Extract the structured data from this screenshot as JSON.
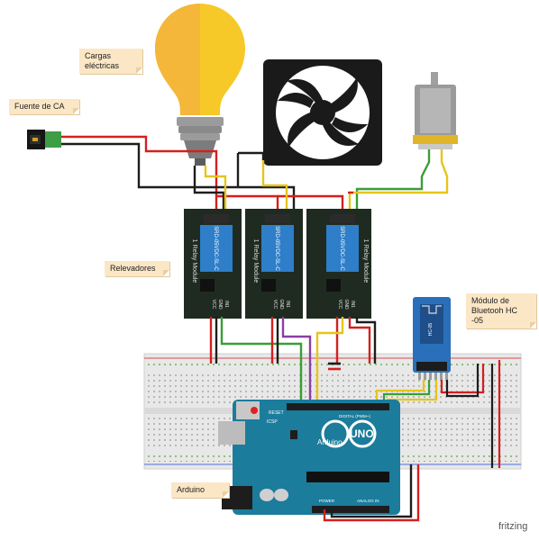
{
  "labels": {
    "loads": "Cargas eléctricas",
    "ac_source": "Fuente de CA",
    "relays": "Relevadores",
    "bluetooth": "Módulo de Bluetooh HC -05",
    "arduino": "Arduino"
  },
  "relay_module": {
    "title": "1 Relay Module",
    "relay_text": "SRD-05VDC-SL-C",
    "pins": [
      "VCC",
      "GND",
      "IN1"
    ]
  },
  "bluetooth_module": {
    "chip_label": "HC-05"
  },
  "arduino_board": {
    "brand": "Arduino",
    "model": "UNO",
    "reset": "RESET",
    "icsp": "ICSP",
    "digital_label": "DIGITAL (PWM~)",
    "power_label": "POWER",
    "analog_label": "ANALOG IN"
  },
  "credit": "fritzing",
  "colors": {
    "wire_red": "#d3201f",
    "wire_black": "#1d1d1d",
    "wire_green": "#3a9e36",
    "wire_yellow": "#e5c51c",
    "wire_purple": "#8b3fa4",
    "relay_board": "#1f2b21",
    "relay_blue": "#2e7ec9",
    "arduino_blue": "#1b7c9c",
    "bluetooth_blue": "#2a6fb9",
    "bulb_yellow": "#f7c928",
    "note_bg": "#fbe7c6"
  }
}
